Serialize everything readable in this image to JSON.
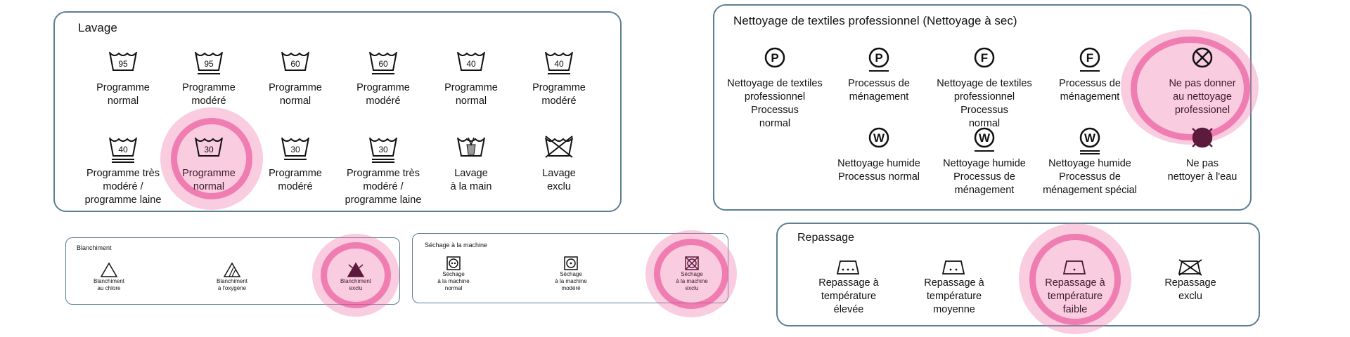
{
  "lavage": {
    "title": "Lavage",
    "items": [
      {
        "temp": "95",
        "label": "Programme\nnormal",
        "bars": 0
      },
      {
        "temp": "95",
        "label": "Programme\nmodéré",
        "bars": 1
      },
      {
        "temp": "60",
        "label": "Programme\nnormal",
        "bars": 0
      },
      {
        "temp": "60",
        "label": "Programme\nmodéré",
        "bars": 1
      },
      {
        "temp": "40",
        "label": "Programme\nnormal",
        "bars": 0
      },
      {
        "temp": "40",
        "label": "Programme\nmodéré",
        "bars": 1
      },
      {
        "temp": "40",
        "label": "Programme très\nmodéré /\nprogramme laine",
        "bars": 2
      },
      {
        "temp": "30",
        "label": "Programme\nnormal",
        "bars": 0,
        "highlight": true
      },
      {
        "temp": "30",
        "label": "Programme\nmodéré",
        "bars": 1
      },
      {
        "temp": "30",
        "label": "Programme très\nmodéré /\nprogramme laine",
        "bars": 2
      },
      {
        "temp": "",
        "label": "Lavage\nà la main",
        "icon": "hand-wash"
      },
      {
        "temp": "",
        "label": "Lavage\nexclu",
        "icon": "no-wash"
      }
    ]
  },
  "nettoyage": {
    "title": "Nettoyage de textiles professionnel (Nettoyage à sec)",
    "row1": [
      {
        "letter": "P",
        "label": "Nettoyage de textiles professionnel\nProcessus\nnormal",
        "bars": 0
      },
      {
        "letter": "P",
        "label": "Processus de\nménagement",
        "bars": 1
      },
      {
        "letter": "F",
        "label": "Nettoyage de textiles professionnel\nProcessus\nnormal",
        "bars": 0
      },
      {
        "letter": "F",
        "label": "Processus de\nménagement",
        "bars": 1
      },
      {
        "letter": "X",
        "label": "Ne pas donner\nau nettoyage\nprofessionel",
        "highlight": true
      }
    ],
    "row2": [
      {
        "letter": "W",
        "label": "Nettoyage humide\nProcessus normal",
        "bars": 0
      },
      {
        "letter": "W",
        "label": "Nettoyage humide\nProcessus de\nménagement",
        "bars": 1
      },
      {
        "letter": "W",
        "label": "Nettoyage humide\nProcessus de\nménagement spécial",
        "bars": 2
      },
      {
        "letter": "XW",
        "label": "Ne pas\nnettoyer à l'eau"
      }
    ]
  },
  "blanchiment": {
    "title": "Blanchiment",
    "items": [
      {
        "label": "Blanchiment\nau chlore",
        "icon": "triangle"
      },
      {
        "label": "Blanchiment\nà l'oxygène",
        "icon": "triangle-striped"
      },
      {
        "label": "Blanchiment\nexclu",
        "icon": "triangle-crossed",
        "highlight": true
      }
    ]
  },
  "sechage": {
    "title": "Séchage à la machine",
    "items": [
      {
        "label": "Séchage\nà la machine\nnormal",
        "dots": 2
      },
      {
        "label": "Séchage\nà la machine\nmodéré",
        "dots": 1
      },
      {
        "label": "Séchage\nà la machine\nexclu",
        "dots": 0,
        "highlight": true
      }
    ]
  },
  "repassage": {
    "title": "Repassage",
    "items": [
      {
        "label": "Repassage à\ntempérature\nélevée",
        "dots": 3
      },
      {
        "label": "Repassage à\ntempérature\nmoyenne",
        "dots": 2
      },
      {
        "label": "Repassage à\ntempérature\nfaible",
        "dots": 1,
        "highlight": true
      },
      {
        "label": "Repassage\nexclu",
        "dots": 0,
        "crossed": true
      }
    ]
  }
}
